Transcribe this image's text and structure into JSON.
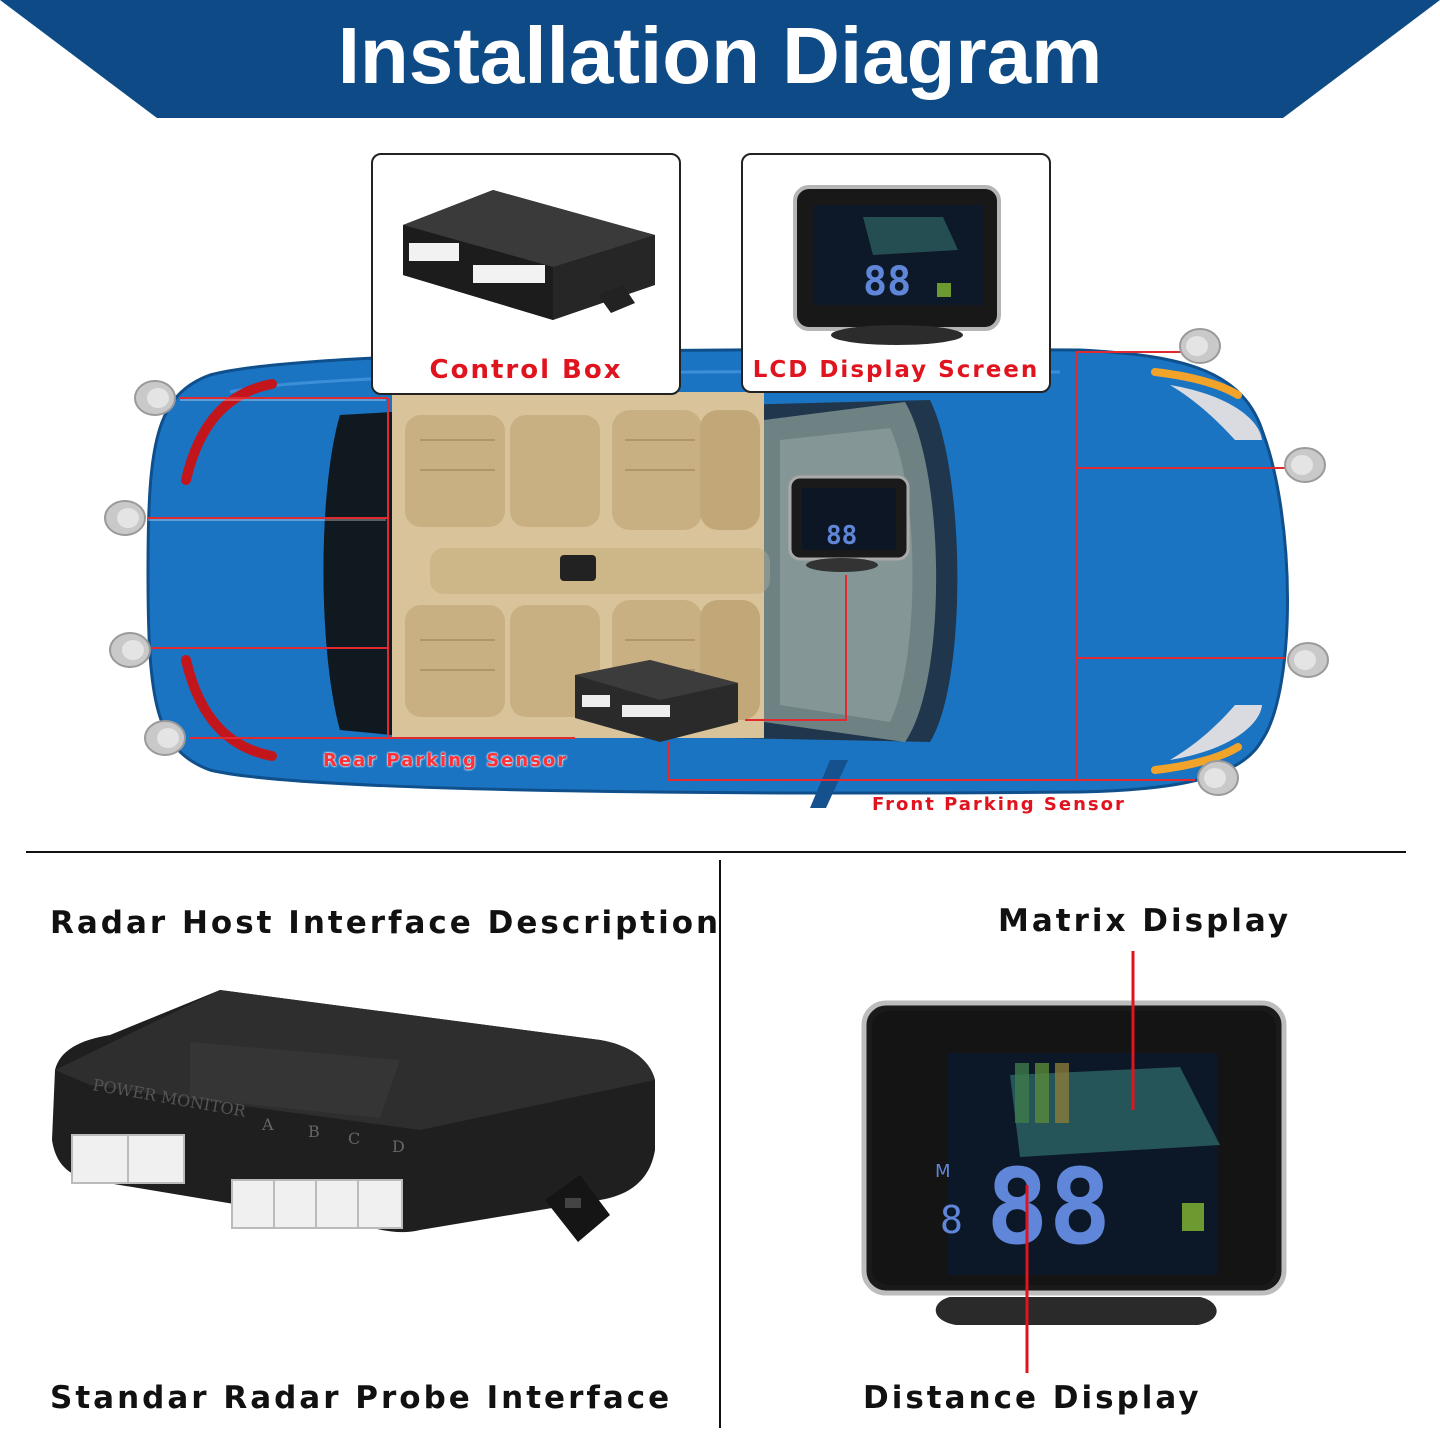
{
  "header": {
    "title": "Installation Diagram"
  },
  "callouts": {
    "control_box": "Control Box",
    "lcd_screen": "LCD Display Screen"
  },
  "car_labels": {
    "rear_sensor": "Rear Parking Sensor",
    "front_sensor": "Front Parking Sensor"
  },
  "bottom": {
    "left_title": "Radar Host Interface Description",
    "left_caption": "Standar Radar Probe Interface",
    "right_title": "Matrix Display",
    "right_caption": "Distance Display",
    "box_print": "POWER MONITOR",
    "port_letters": [
      "A",
      "B",
      "C",
      "D"
    ],
    "lcd_digits": "88",
    "lcd_small_digit": "8",
    "lcd_unit": "M"
  },
  "colors": {
    "banner": "#0d4a86",
    "car": "#1b74c2",
    "interior": "#d8c39a",
    "accent_red": "#e0141e",
    "lcd_blue": "#5f86d8"
  }
}
